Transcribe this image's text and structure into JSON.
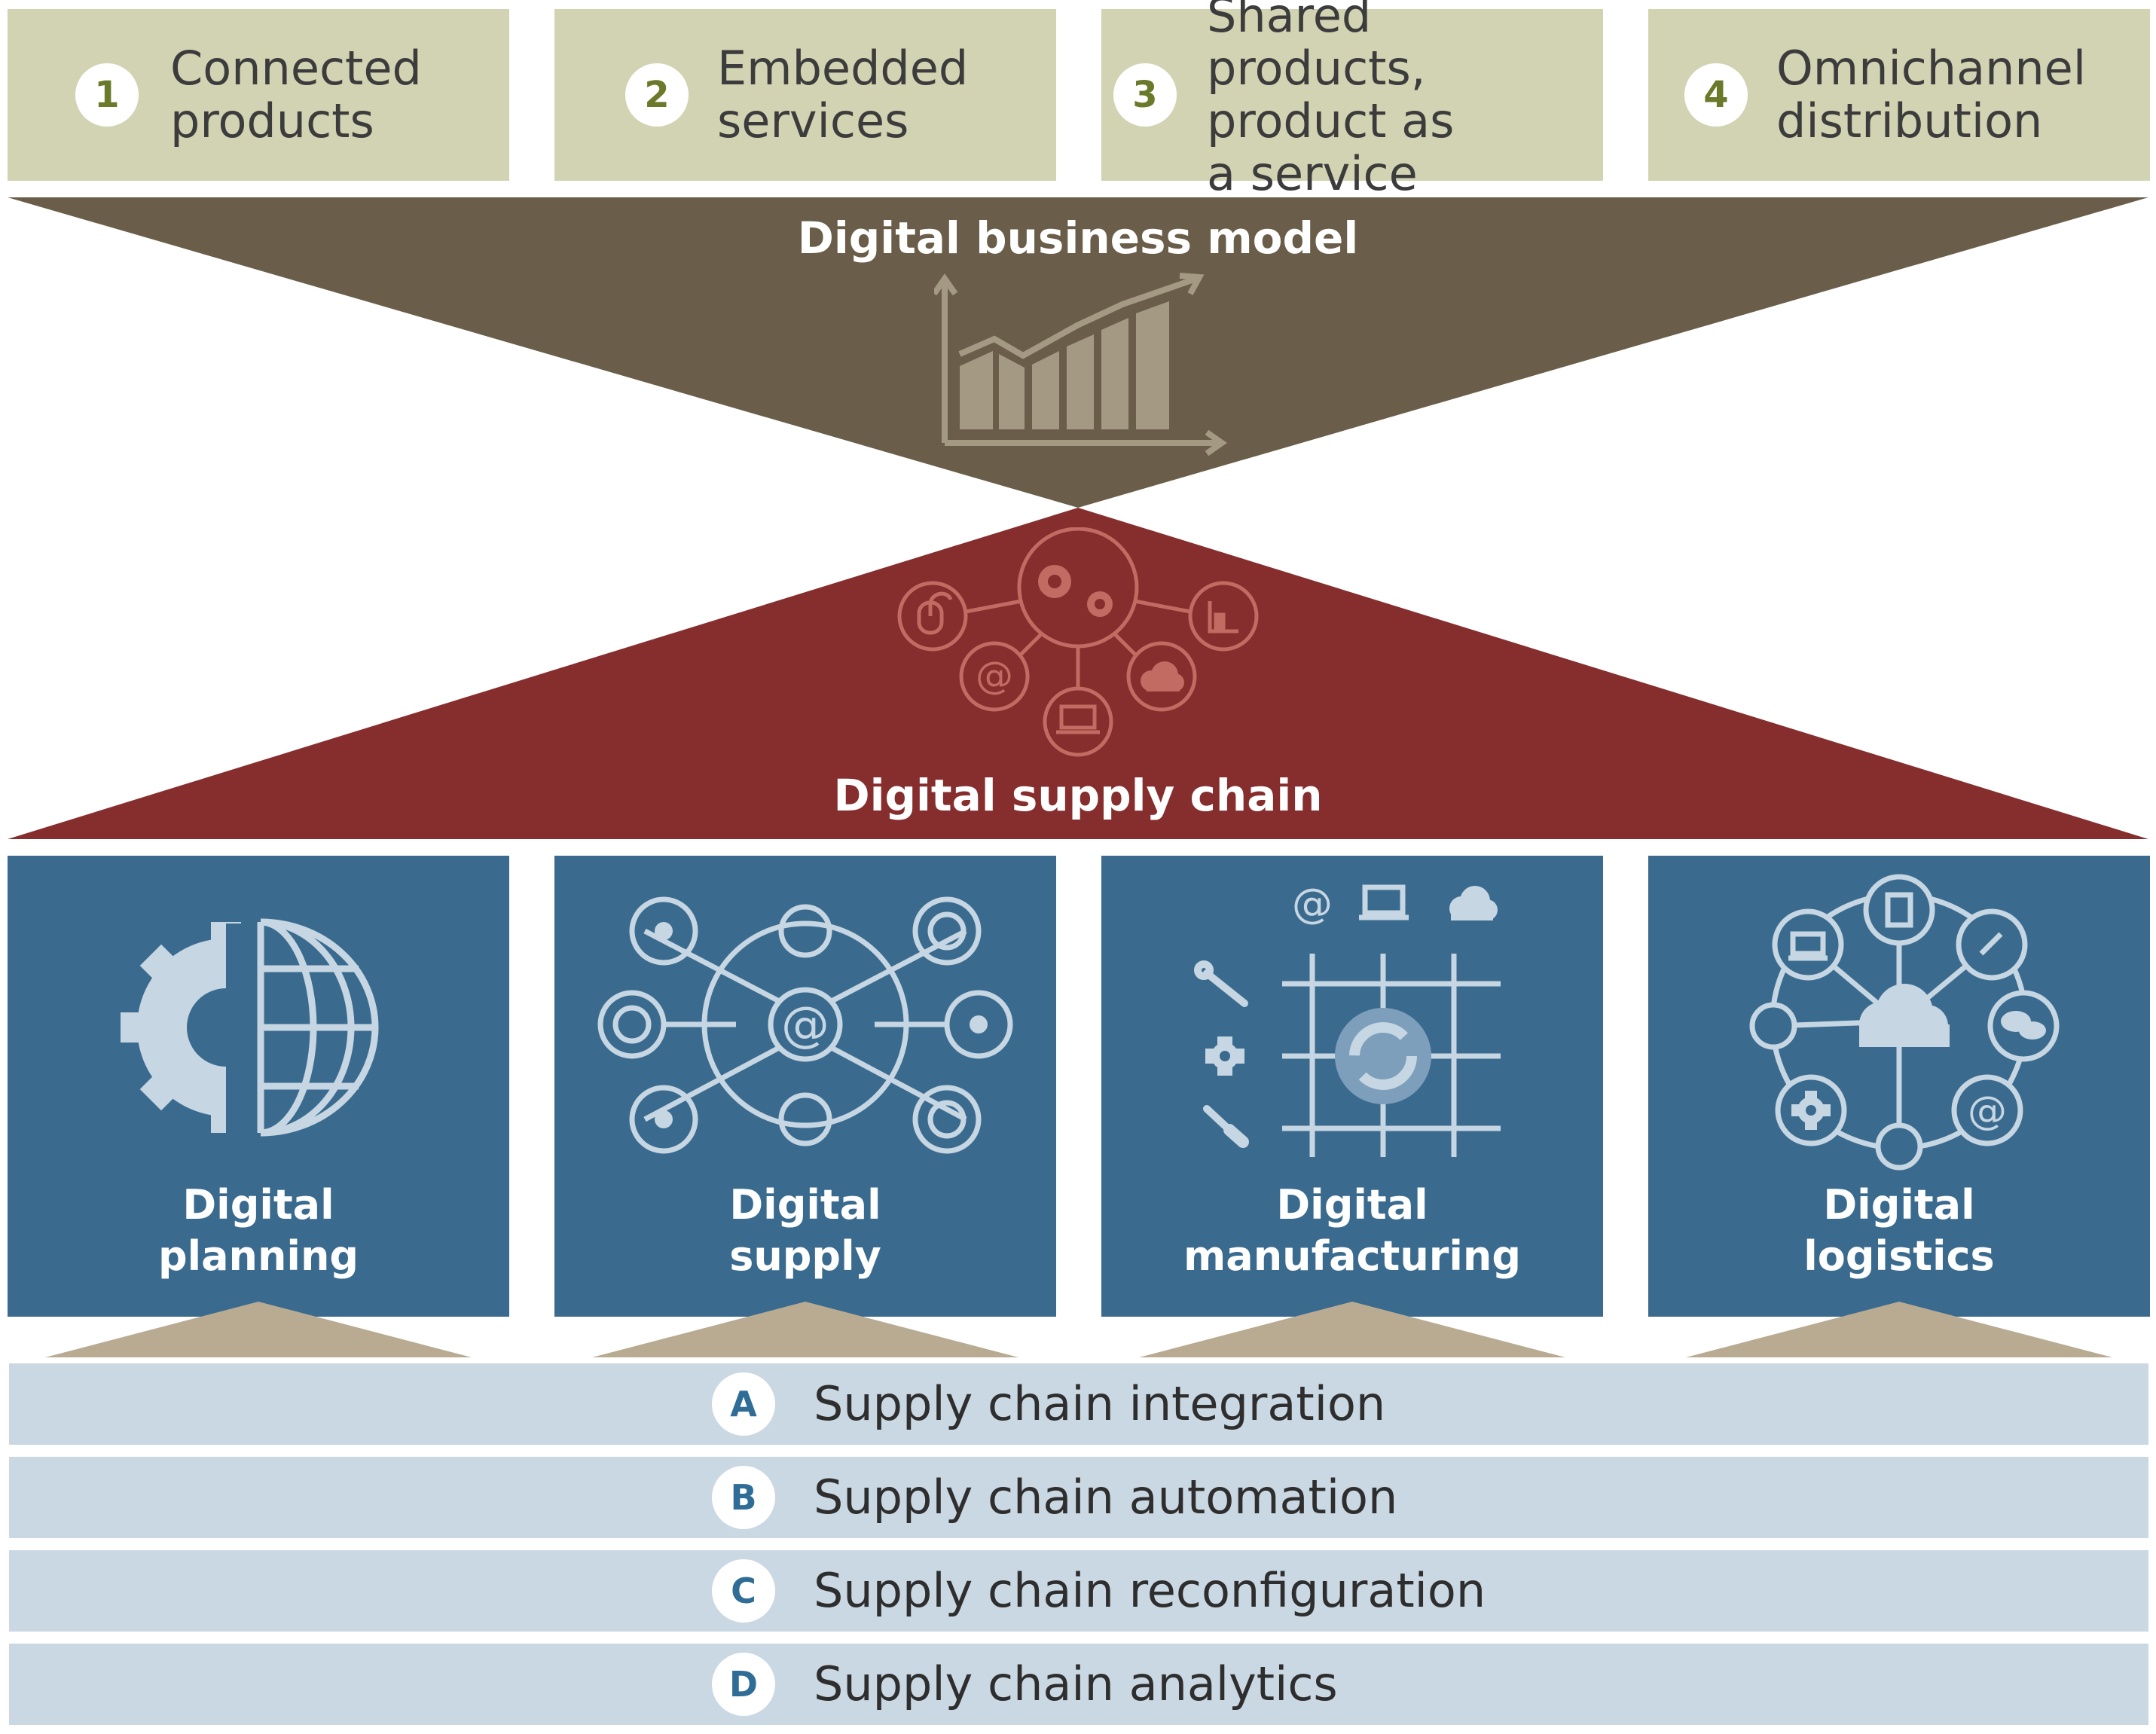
{
  "business_models": [
    {
      "number": "1",
      "label": "Connected\nproducts"
    },
    {
      "number": "2",
      "label": "Embedded\nservices"
    },
    {
      "number": "3",
      "label": "Shared products,\nproduct as\na service"
    },
    {
      "number": "4",
      "label": "Omnichannel\ndistribution"
    }
  ],
  "digital_business_model_title": "Digital business model",
  "digital_supply_chain_title": "Digital  supply chain",
  "capabilities": [
    {
      "label": "Digital\nplanning"
    },
    {
      "label": "Digital\nsupply"
    },
    {
      "label": "Digital\nmanufacturing"
    },
    {
      "label": "Digital\nlogistics"
    }
  ],
  "enablers": [
    {
      "letter": "A",
      "label": "Supply chain integration"
    },
    {
      "letter": "B",
      "label": "Supply chain automation"
    },
    {
      "letter": "C",
      "label": "Supply chain reconfiguration"
    },
    {
      "letter": "D",
      "label": "Supply chain analytics"
    }
  ],
  "colors": {
    "top_box": "#d2d3b3",
    "number_text": "#6a7a2a",
    "business_triangle": "#6a5e4a",
    "supply_triangle": "#862e2e",
    "capability_box": "#3a6b8f",
    "capability_icon": "#c6d6e2",
    "connector_triangle": "#b8ab92",
    "enabler_bar": "#cad8e3",
    "enabler_letter": "#2f6d96"
  },
  "icons": {
    "business_model": "growth-chart-icon",
    "supply_chain": "connected-network-icon",
    "planning": "gear-globe-icon",
    "supply": "network-hub-icon",
    "manufacturing": "grid-sync-icon",
    "logistics": "cloud-network-icon"
  }
}
